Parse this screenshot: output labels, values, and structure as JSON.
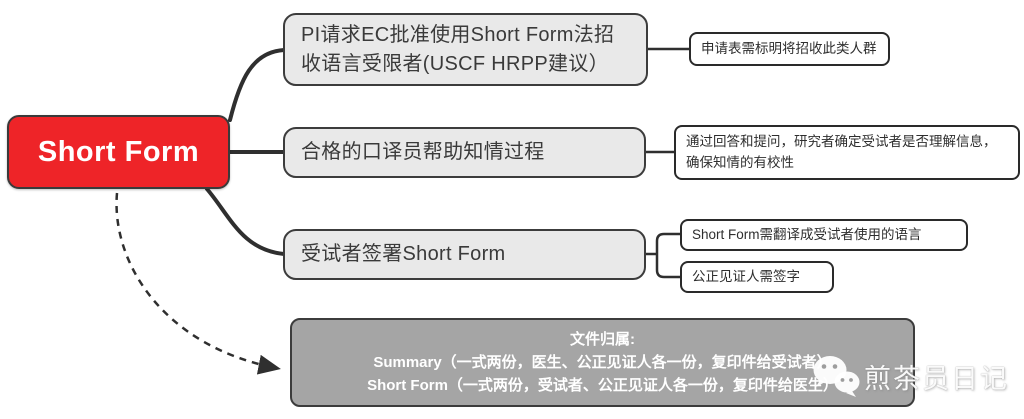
{
  "diagram": {
    "root": {
      "label": "Short Form"
    },
    "nodes": {
      "branch1": {
        "label": "PI请求EC批准使用Short Form法招收语言受限者(USCF HRPP建议）"
      },
      "leaf1": {
        "label": "申请表需标明将招收此类人群"
      },
      "branch2": {
        "label": "合格的口译员帮助知情过程"
      },
      "leaf2": {
        "label": "通过回答和提问，研究者确定受试者是否理解信息，确保知情的有校性"
      },
      "branch3": {
        "label": "受试者签署Short Form"
      },
      "leaf3a": {
        "label": "Short Form需翻译成受试者使用的语言"
      },
      "leaf3b": {
        "label": "公正见证人需签字"
      }
    },
    "note": {
      "title": "文件归属:",
      "line1": "Summary（一式两份，医生、公正见证人各一份，复印件给受试者）",
      "line2": "Short Form（一式两份，受试者、公正见证人各一份，复印件给医生）"
    },
    "watermark": {
      "text": "煎茶员日记",
      "icon": "wechat-icon"
    },
    "colors": {
      "accent_red": "#ee2428",
      "node_gray": "#e9e9e9",
      "note_gray": "#a5a5a5",
      "border_dark": "#3a3a3a",
      "line": "#2f2f2f"
    }
  }
}
